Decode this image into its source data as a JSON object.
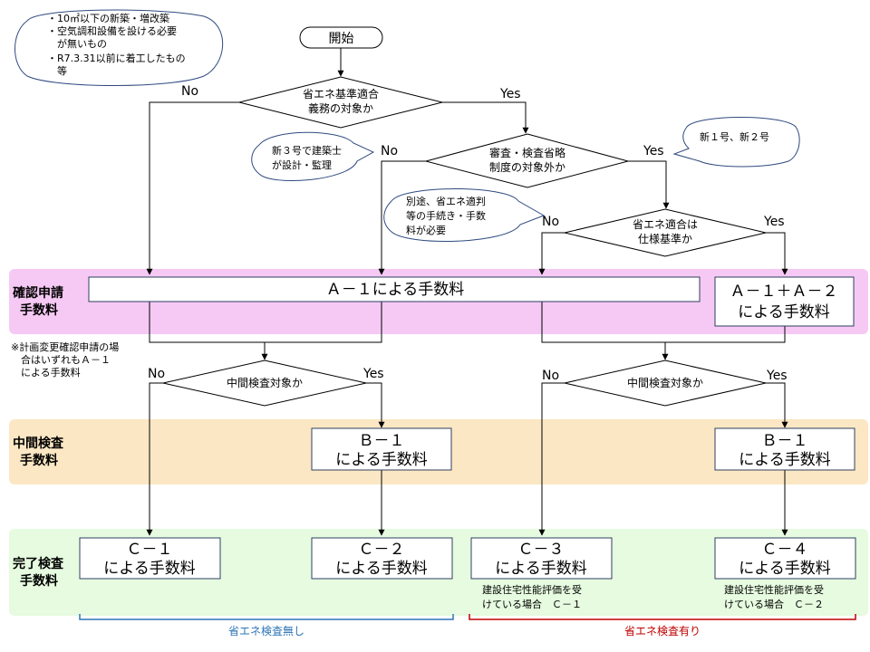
{
  "notes": {
    "top_left": [
      "・10㎡以下の新築・増改築",
      "・空気調和設備を設ける必要",
      "　が無いもの",
      "・R7.3.31以前に着工したもの",
      "　等"
    ],
    "architect": [
      "新３号で建築士",
      "が設計・監理"
    ],
    "new_numbers": "新１号、新２号",
    "separate": [
      "別途、省エネ適判",
      "等の手続き・手数",
      "料が必要"
    ],
    "plan_change": [
      "※計画変更確認申請の場",
      "　合はいずれもＡ－１",
      "　による手数料"
    ]
  },
  "start": "開始",
  "decisions": {
    "d1": [
      "省エネ基準適合",
      "義務の対象か"
    ],
    "d2": [
      "審査・検査省略",
      "制度の対象外か"
    ],
    "d3": [
      "省エネ適合は",
      "仕様基準か"
    ],
    "d4": "中間検査対象か",
    "d5": "中間検査対象か"
  },
  "answers": {
    "yes": "Yes",
    "no": "No"
  },
  "bands": {
    "confirm": [
      "確認申請",
      "手数料"
    ],
    "interim": [
      "中間検査",
      "手数料"
    ],
    "complete": [
      "完了検査",
      "手数料"
    ]
  },
  "boxes": {
    "a1": "Ａ－１による手数料",
    "a1a2": [
      "Ａ－１＋Ａ－２",
      "による手数料"
    ],
    "b1_left": [
      "Ｂ－１",
      "による手数料"
    ],
    "b1_right": [
      "Ｂ－１",
      "による手数料"
    ],
    "c1": [
      "Ｃ－１",
      "による手数料"
    ],
    "c2": [
      "Ｃ－２",
      "による手数料"
    ],
    "c3": [
      "Ｃ－３",
      "による手数料"
    ],
    "c4": [
      "Ｃ－４",
      "による手数料"
    ]
  },
  "subnotes": {
    "c3": [
      "建設住宅性能評価を受",
      "けている場合　Ｃ－１"
    ],
    "c4": [
      "建設住宅性能評価を受",
      "けている場合　Ｃ－２"
    ]
  },
  "footer": {
    "without": "省エネ検査無し",
    "with": "省エネ検査有り"
  },
  "colors": {
    "confirm_band": "#f6c9f4",
    "interim_band": "#fbe7c4",
    "complete_band": "#e6fbe0",
    "blue": "#2e75b6",
    "red": "#c00000"
  }
}
